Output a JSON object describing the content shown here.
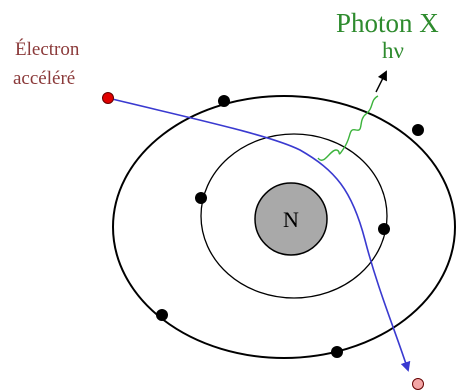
{
  "labels": {
    "electron_line1": "Électron",
    "electron_line2": "accéléré",
    "photon_title": "Photon X",
    "photon_energy": "hν",
    "nucleus": "N"
  },
  "colors": {
    "electron_label": "#8b3a3a",
    "photon_label": "#2e8b2e",
    "photon_wave": "#3cb33c",
    "electron_path": "#3a3ad0",
    "incoming_electron": "#e00000",
    "outgoing_electron": "#f4a6a6",
    "nucleus_fill": "#a9a9a9",
    "orbit": "#000000",
    "orbital_electron": "#000000"
  },
  "icons": {
    "orbital_electron": "black-dot",
    "photon_arrow": "arrow-head"
  }
}
